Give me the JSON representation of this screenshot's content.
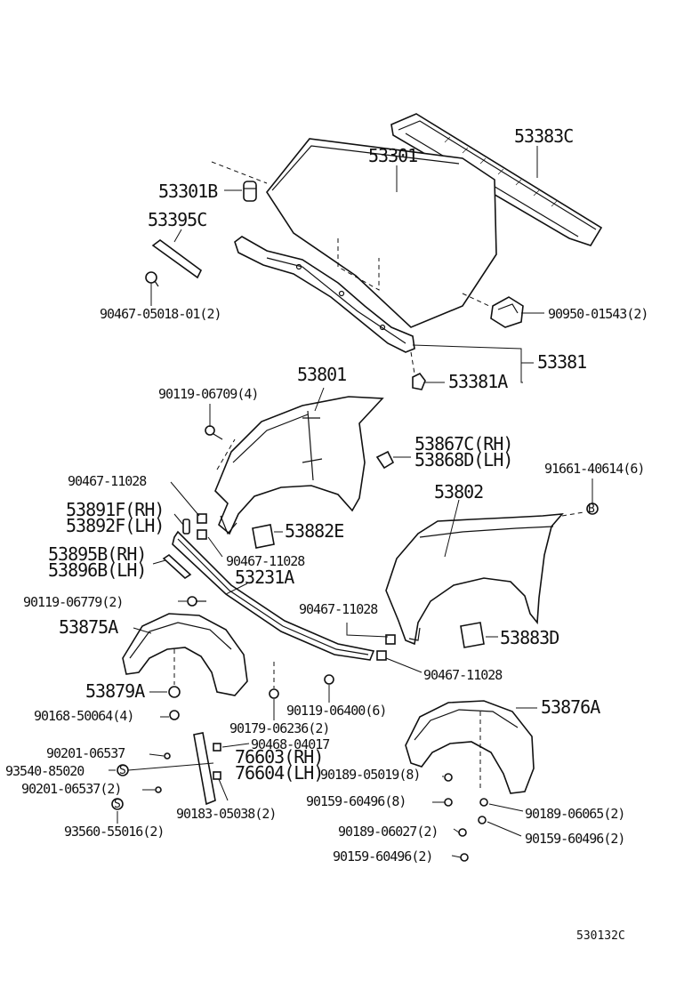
{
  "labels": {
    "l53383C": "53383C",
    "l53301": "53301",
    "l53301B": "53301B",
    "l53395C": "53395C",
    "l90467_05018": "90467-05018-01(2)",
    "l90950": "90950-01543(2)",
    "l53381": "53381",
    "l53381A": "53381A",
    "l53801": "53801",
    "l90119_06709": "90119-06709(4)",
    "l53867C": "53867C(RH)",
    "l53868D": "53868D(LH)",
    "l91661": "91661-40614(6)",
    "l90467_11028_a": "90467-11028",
    "l53891F": "53891F(RH)",
    "l53892F": "53892F(LH)",
    "l53882E": "53882E",
    "l53802": "53802",
    "l90467_11028_b": "90467-11028",
    "l53895B": "53895B(RH)",
    "l53896B": "53896B(LH)",
    "l53231A": "53231A",
    "l90119_06779": "90119-06779(2)",
    "l90467_11028_c": "90467-11028",
    "l53875A": "53875A",
    "l53883D": "53883D",
    "l90467_11028_d": "90467-11028",
    "l53879A": "53879A",
    "l90168": "90168-50064(4)",
    "l90179": "90179-06236(2)",
    "l90119_06400": "90119-06400(6)",
    "l53876A": "53876A",
    "l90201_a": "90201-06537",
    "l90468": "90468-04017",
    "l93540": "93540-85020",
    "l76603": "76603(RH)",
    "l76604": "76604(LH)",
    "l90201_b": "90201-06537(2)",
    "l90189_05019": "90189-05019(8)",
    "l90183": "90183-05038(2)",
    "l90159_a": "90159-60496(8)",
    "l90189_06065": "90189-06065(2)",
    "l93560": "93560-55016(2)",
    "l90189_06027": "90189-06027(2)",
    "l90159_b": "90159-60496(2)",
    "l90159_c": "90159-60496(2)",
    "l530132C": "530132C"
  }
}
